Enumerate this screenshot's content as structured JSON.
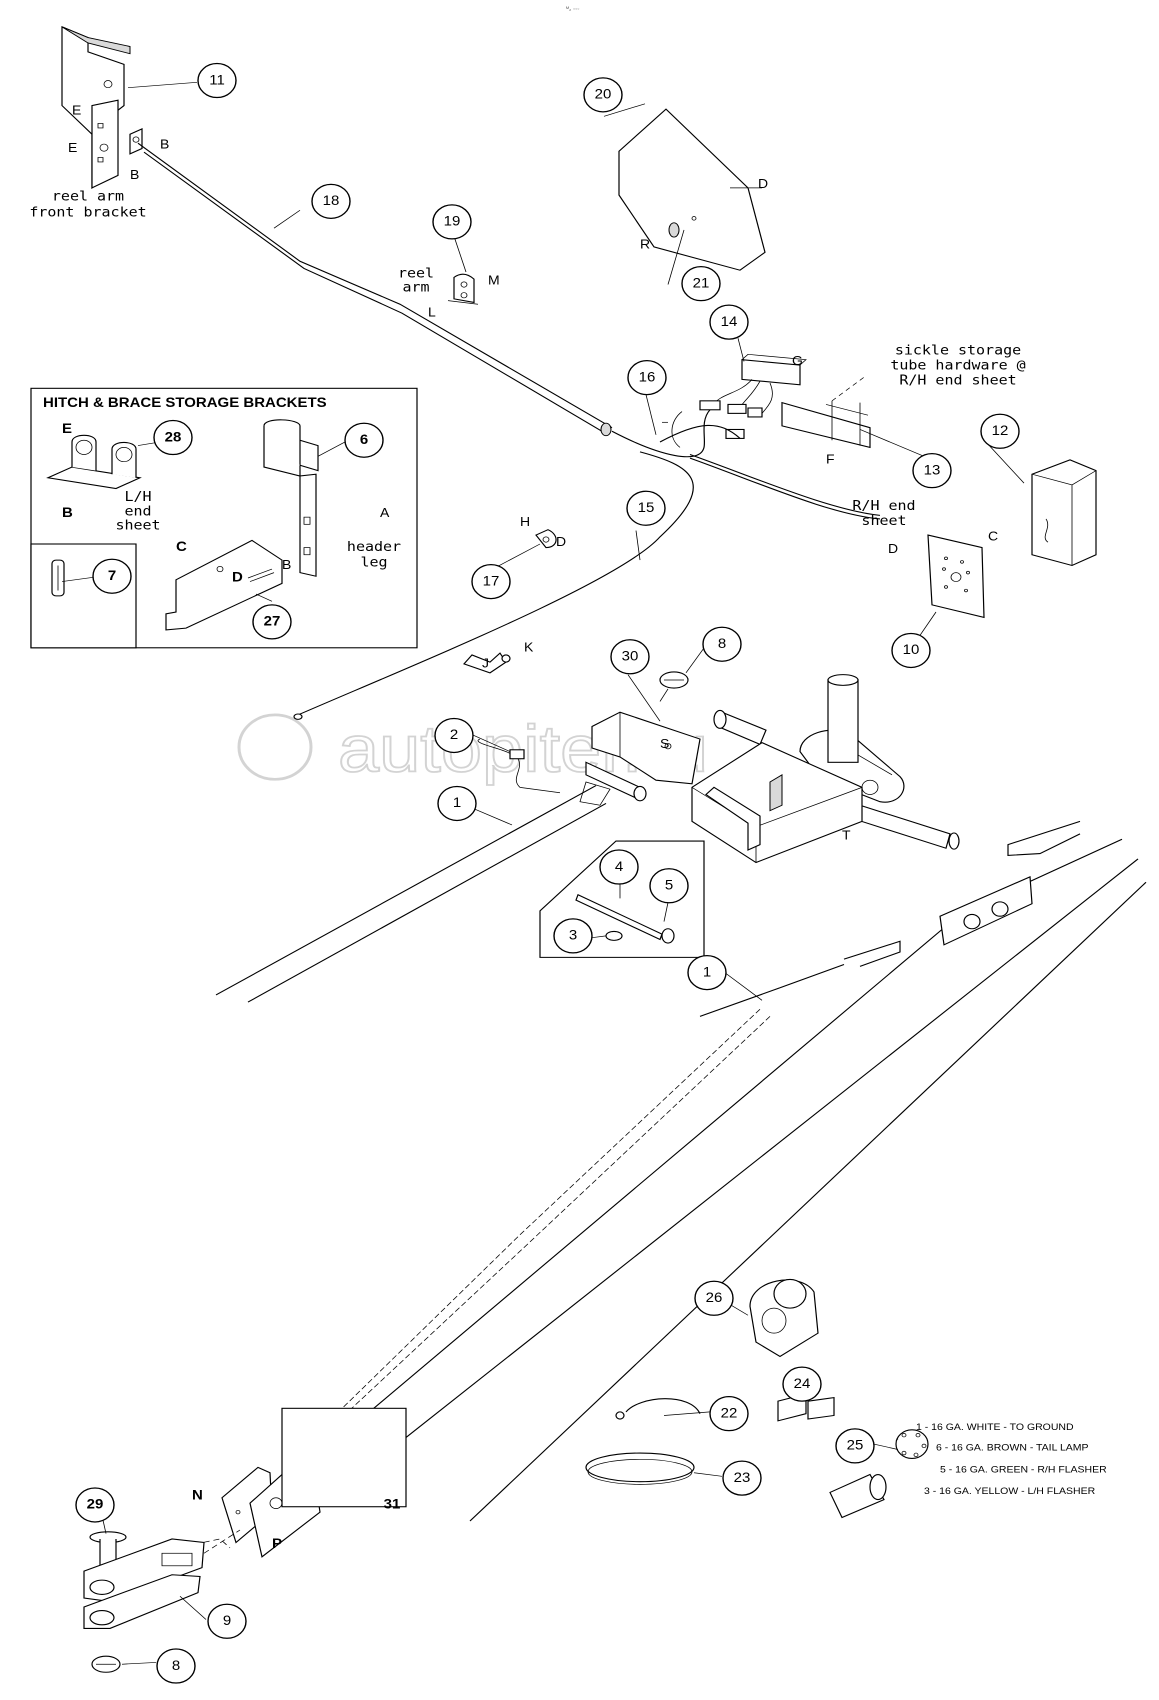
{
  "top_mark": "ᴹ₂ ◦◦◦",
  "watermark": "autopiter.ru",
  "box_title": "HITCH & BRACE STORAGE BRACKETS",
  "notes": {
    "reel_arm_front_bracket": [
      "reel arm",
      "front bracket"
    ],
    "reel_arm": [
      "reel",
      "arm"
    ],
    "sickle_storage": [
      "sickle storage",
      "tube hardware @",
      "R/H end sheet"
    ],
    "rh_end_sheet": [
      "R/H end",
      "sheet"
    ],
    "lh_end_sheet": [
      "L/H",
      "end",
      "sheet"
    ],
    "header_leg": [
      "header",
      "leg"
    ]
  },
  "wiring_legend": [
    "1 - 16 GA. WHITE - TO GROUND",
    "6 - 16 GA. BROWN - TAIL LAMP",
    "5 - 16 GA. GREEN - R/H FLASHER",
    "3 - 16 GA. YELLOW - L/H FLASHER"
  ],
  "callouts": [
    "11",
    "20",
    "18",
    "19",
    "21",
    "14",
    "16",
    "12",
    "13",
    "28",
    "6",
    "15",
    "17",
    "10",
    "7",
    "27",
    "30",
    "8",
    "2",
    "1",
    "4",
    "5",
    "3",
    "1",
    "29",
    "26",
    "24",
    "22",
    "25",
    "9",
    "8",
    "23",
    "31"
  ],
  "letters": [
    "E",
    "E",
    "B",
    "B",
    "D",
    "R",
    "M",
    "L",
    "G",
    "F",
    "E",
    "B",
    "A",
    "B",
    "C",
    "D",
    "C",
    "D",
    "H",
    "D",
    "J",
    "K",
    "S",
    "T",
    "N",
    "P"
  ]
}
